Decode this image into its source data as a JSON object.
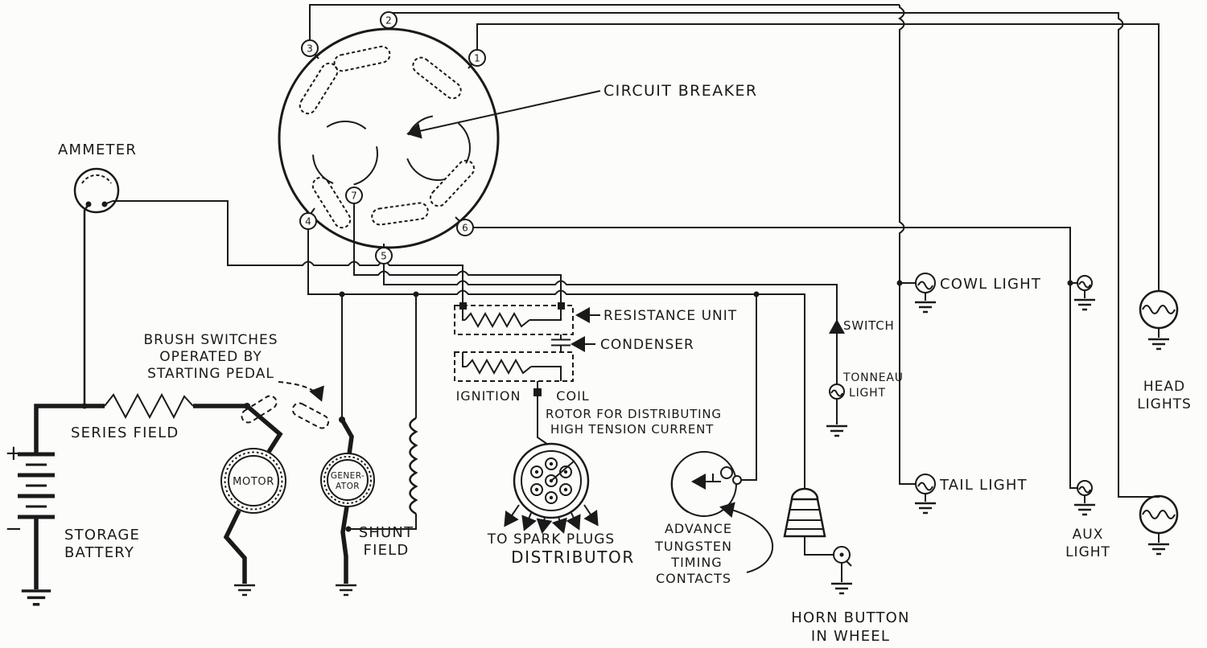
{
  "title": "Automobile starting, lighting and ignition wiring diagram",
  "colors": {
    "ink": "#1a1a1a",
    "paper": "#fcfcfa"
  },
  "terminals": [
    "1",
    "2",
    "3",
    "4",
    "5",
    "6",
    "7"
  ],
  "labels": {
    "ammeter": "AMMETER",
    "circuit_breaker": "CIRCUIT BREAKER",
    "series_field": "SERIES FIELD",
    "storage_1": "STORAGE",
    "storage_2": "BATTERY",
    "plus": "+",
    "minus": "−",
    "brush_1": "BRUSH SWITCHES",
    "brush_2": "OPERATED BY",
    "brush_3": "STARTING PEDAL",
    "motor": "MOTOR",
    "gen_1": "GENER-",
    "gen_2": "ATOR",
    "shunt_1": "SHUNT",
    "shunt_2": "FIELD",
    "resistance_unit": "RESISTANCE UNIT",
    "condenser": "CONDENSER",
    "ignition": "IGNITION",
    "coil": "COIL",
    "rotor_1": "ROTOR FOR DISTRIBUTING",
    "rotor_2": "HIGH TENSION CURRENT",
    "to_spark_plugs": "TO SPARK PLUGS",
    "distributor": "DISTRIBUTOR",
    "advance": "ADVANCE",
    "tungsten": "TUNGSTEN",
    "timing": "TIMING",
    "contacts": "CONTACTS",
    "switch": "SWITCH",
    "tonneau_1": "TONNEAU",
    "tonneau_2": "LIGHT",
    "cowl_light": "COWL LIGHT",
    "tail_light": "TAIL LIGHT",
    "aux_1": "AUX",
    "aux_2": "LIGHT",
    "head_1": "HEAD",
    "head_2": "LIGHTS",
    "horn_1": "HORN BUTTON",
    "horn_2": "IN WHEEL"
  }
}
